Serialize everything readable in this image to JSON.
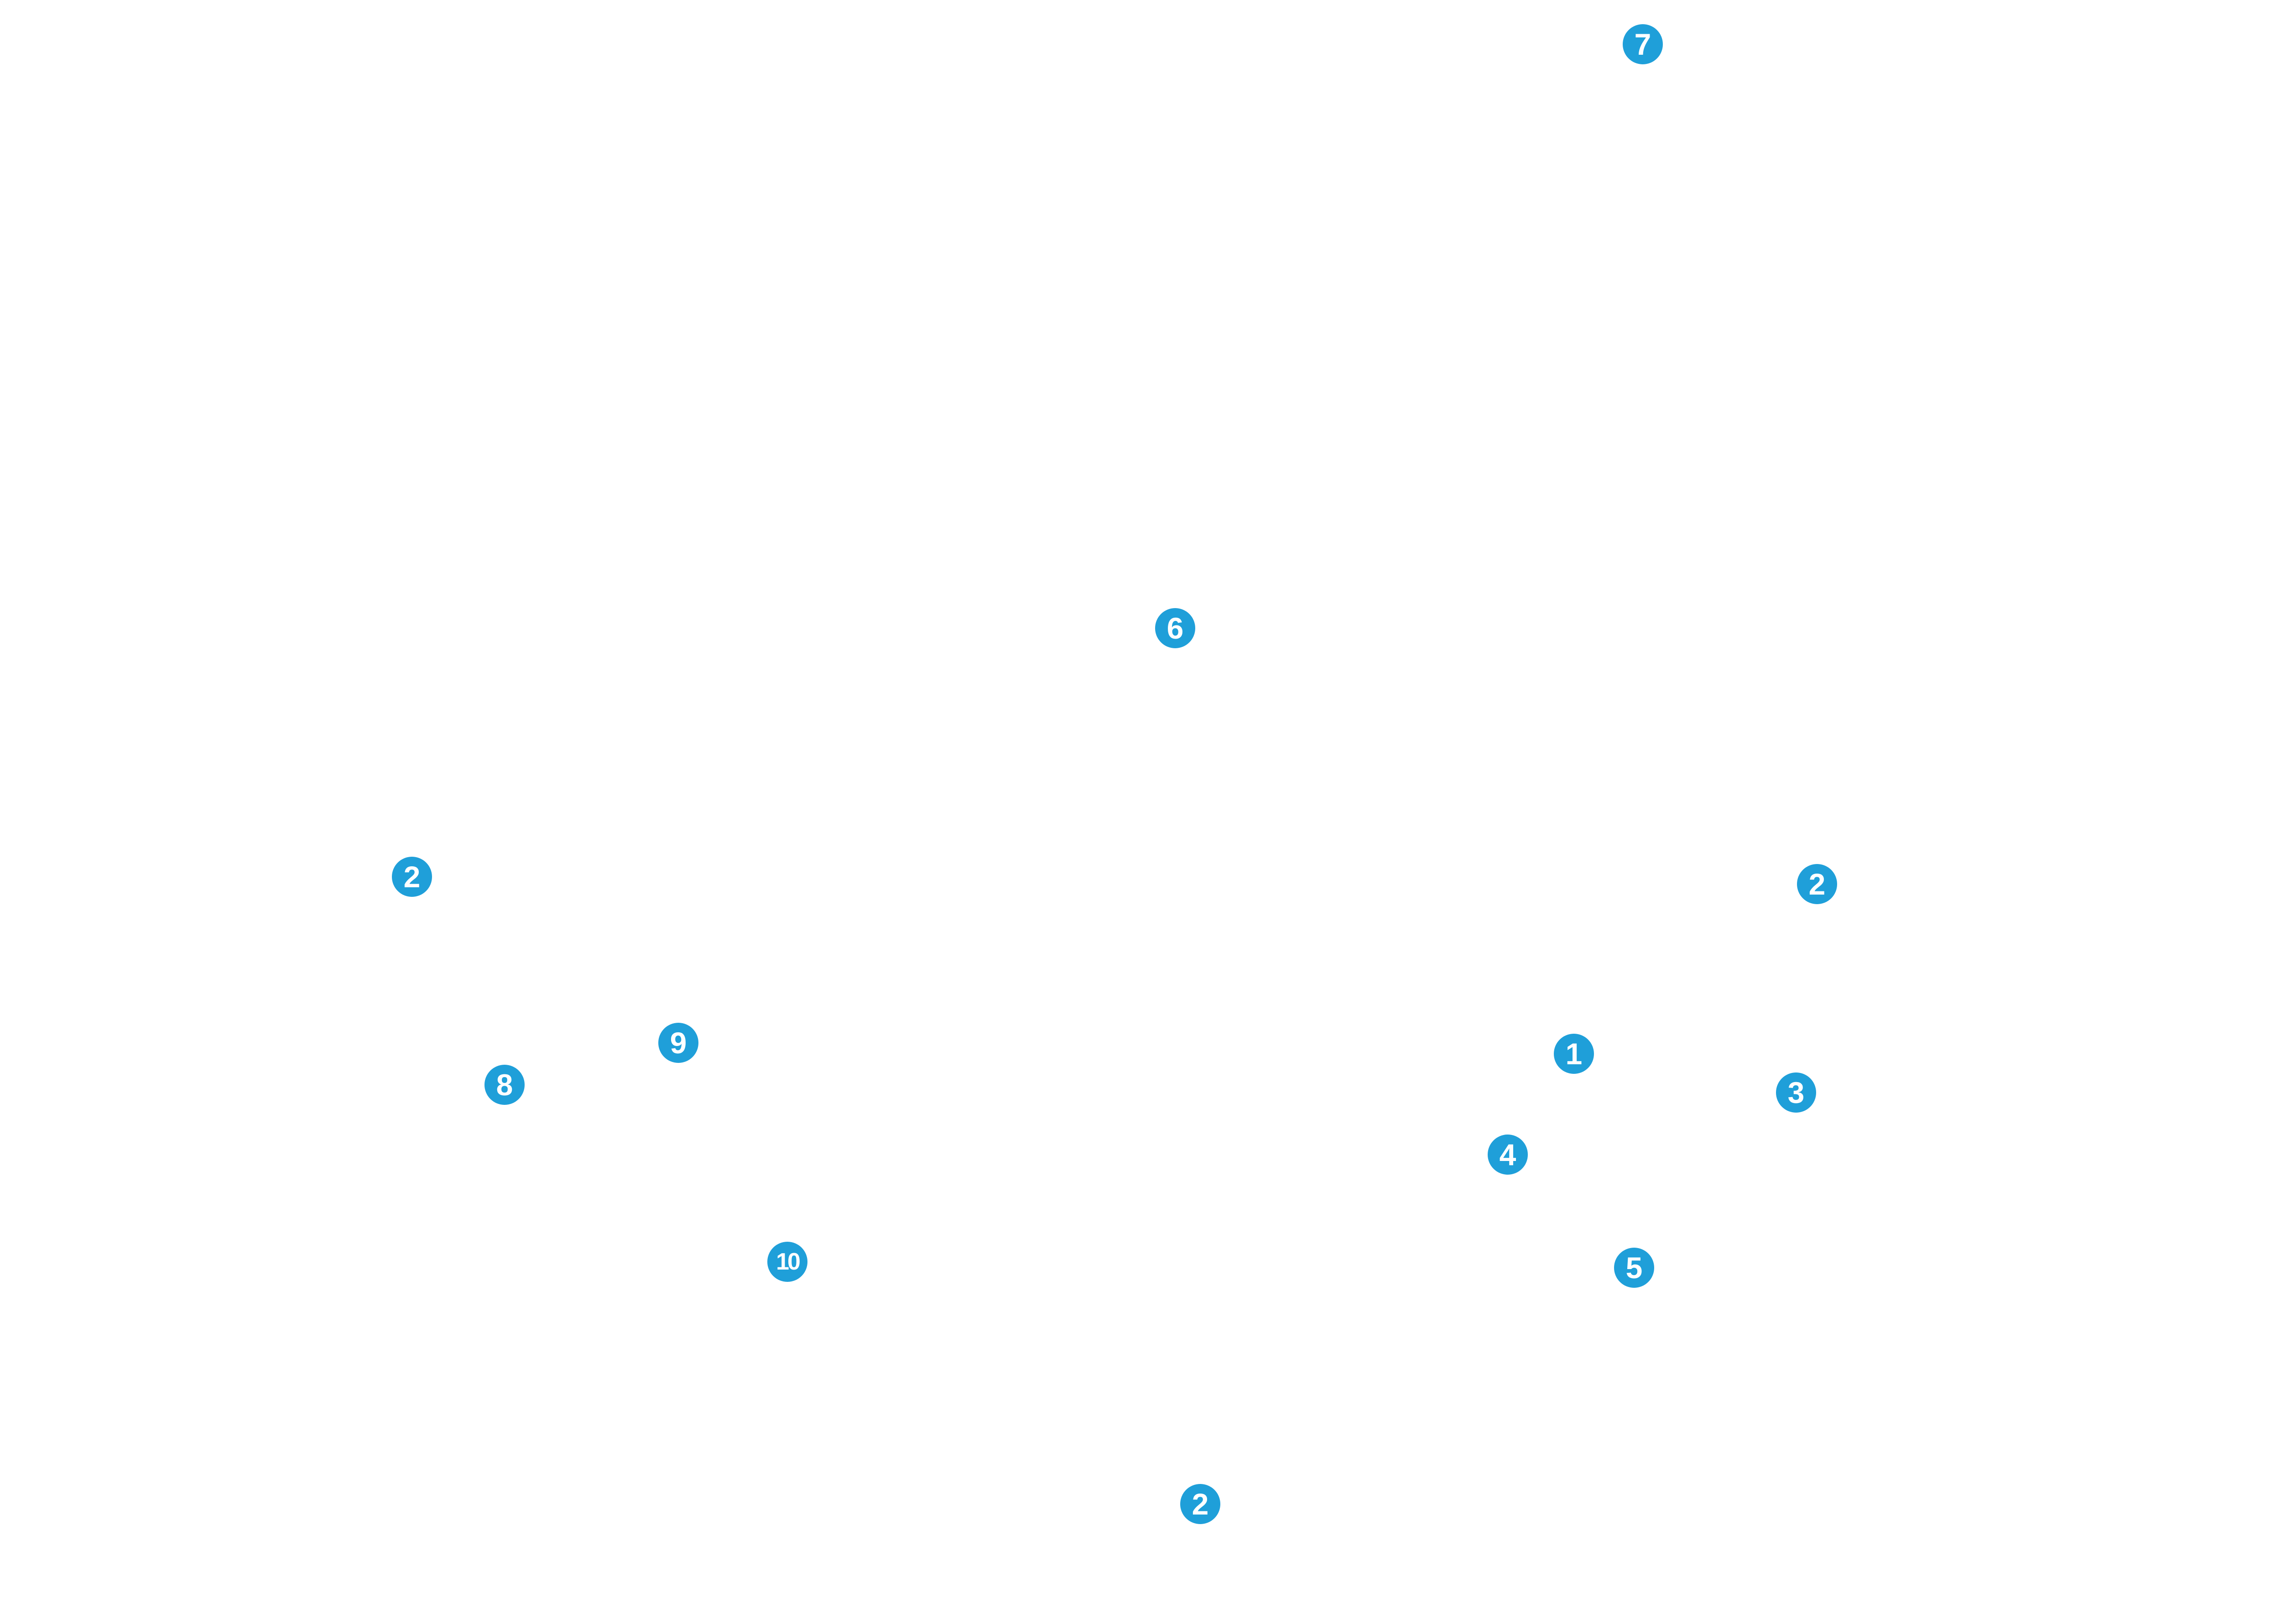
{
  "badge_color": "#1f9fd9",
  "badge_text_color": "#ffffff",
  "callouts": [
    {
      "label": "1",
      "name": "callout-1"
    },
    {
      "label": "2",
      "name": "callout-2-left"
    },
    {
      "label": "2",
      "name": "callout-2-right"
    },
    {
      "label": "2",
      "name": "callout-2-bottom"
    },
    {
      "label": "3",
      "name": "callout-3"
    },
    {
      "label": "4",
      "name": "callout-4"
    },
    {
      "label": "5",
      "name": "callout-5"
    },
    {
      "label": "6",
      "name": "callout-6"
    },
    {
      "label": "7",
      "name": "callout-7"
    },
    {
      "label": "8",
      "name": "callout-8"
    },
    {
      "label": "9",
      "name": "callout-9"
    },
    {
      "label": "10",
      "name": "callout-10"
    }
  ]
}
